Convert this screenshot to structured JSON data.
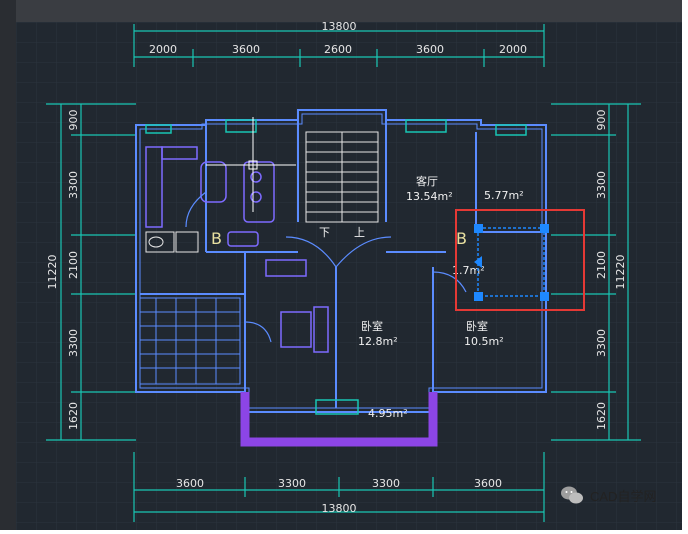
{
  "dimensions": {
    "top_total": "13800",
    "top_segments": [
      "2000",
      "3600",
      "2600",
      "3600",
      "2000"
    ],
    "bottom_total": "13800",
    "bottom_segments": [
      "3600",
      "3300",
      "3300",
      "3600"
    ],
    "left_total": "11220",
    "left_segments": [
      "900",
      "3300",
      "2100",
      "3300",
      "1620"
    ],
    "right_total": "11220",
    "right_segments": [
      "900",
      "3300",
      "2100",
      "3300",
      "1620"
    ]
  },
  "rooms": {
    "living_room": "客厅",
    "living_area": "13.54m²",
    "small_area": "5.77m²",
    "bath_area": "1.7m²",
    "bedroom_left": "卧室",
    "bedroom_left_area": "12.8m²",
    "bedroom_right": "卧室",
    "bedroom_right_area": "10.5m²",
    "balcony_area": "4.95m²",
    "stair_down": "下",
    "stair_up": "上",
    "mark_left": "B",
    "mark_right": "B"
  },
  "watermark": {
    "text": "CAD自学网"
  },
  "colors": {
    "background": "#212830",
    "dimension_line": "#19c6b4",
    "wall": "#5b8cff",
    "furniture": "#7d6bff",
    "balcony": "#8c45e6",
    "selection_box": "#e53935",
    "grip": "#1e88ff"
  }
}
